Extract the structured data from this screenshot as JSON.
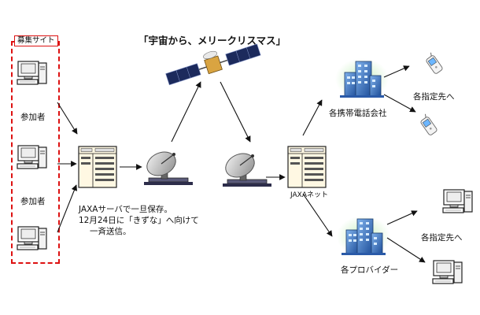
{
  "title": "「宇宙から、メリークリスマス」",
  "site_label": "募集サイト",
  "participant_labels": [
    "参加者",
    "参加者"
  ],
  "jaxa_note_lines": [
    "JAXAサーバで一旦保存。",
    "12月24日に「きずな」へ向けて",
    "一斉送信。"
  ],
  "jaxa_net_label": "JAXAネット",
  "mobile_carrier_label": "各携帯電話会社",
  "provider_label": "各プロバイダー",
  "destination_labels": [
    "各指定先へ",
    "各指定先へ"
  ],
  "colors": {
    "accent_red": "#dd1111",
    "building_blue": "#1f5fae",
    "arrow": "#111111"
  }
}
